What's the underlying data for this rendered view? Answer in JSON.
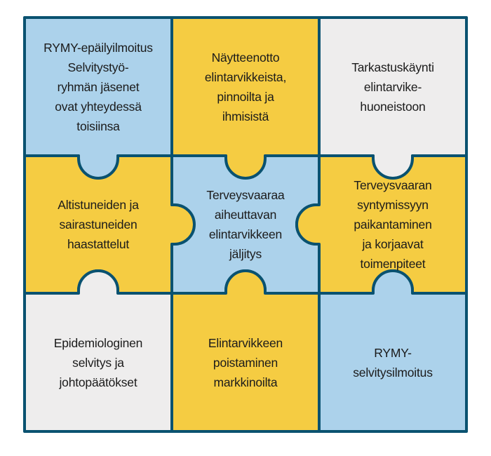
{
  "diagram": {
    "type": "jigsaw-puzzle-grid",
    "rows": 3,
    "cols": 3
  },
  "colors": {
    "background": "#FFFFFF",
    "border": "#0A5270",
    "text": "#1B1B1B",
    "yellow": "#F5CC42",
    "blue": "#ACD2EB",
    "gray": "#EEEDED"
  },
  "pieces": [
    {
      "id": "rymy-epailyilmoitus",
      "row": 1,
      "col": 1,
      "color": "#ACD2EB",
      "shade": "blue",
      "text": "RYMY-epäilyilmoitus\nSelvitystyö-\nryhmän jäsenet\novat yhteydessä\ntoisiinsa"
    },
    {
      "id": "naytteenotto",
      "row": 1,
      "col": 2,
      "color": "#F5CC42",
      "shade": "yellow",
      "text": "Näytteenotto\nelintarvikkeista,\npinnoilta ja\nihmisistä"
    },
    {
      "id": "tarkastuskaynti",
      "row": 1,
      "col": 3,
      "color": "#EEEDED",
      "shade": "gray",
      "text": "Tarkastuskäynti\nelintarvike-\nhuoneistoon"
    },
    {
      "id": "haastattelut",
      "row": 2,
      "col": 1,
      "color": "#F5CC42",
      "shade": "yellow",
      "text": "Altistuneiden ja\nsairastuneiden\nhaastattelut"
    },
    {
      "id": "jaljitys",
      "row": 2,
      "col": 2,
      "color": "#ACD2EB",
      "shade": "blue",
      "text": "Terveysvaaraa\naiheuttavan\nelintarvikkeen\njäljitys"
    },
    {
      "id": "korjaavat-toimenpiteet",
      "row": 2,
      "col": 3,
      "color": "#F5CC42",
      "shade": "yellow",
      "text": "Terveysvaaran\nsyntymissyyn\npaikantaminen\nja korjaavat\ntoimenpiteet"
    },
    {
      "id": "epidemiologinen-selvitys",
      "row": 3,
      "col": 1,
      "color": "#EEEDED",
      "shade": "gray",
      "text": "Epidemiologinen\nselvitys ja\njohtopäätökset"
    },
    {
      "id": "poistaminen-markkinoilta",
      "row": 3,
      "col": 2,
      "color": "#F5CC42",
      "shade": "yellow",
      "text": "Elintarvikkeen\npoistaminen\nmarkkinoilta"
    },
    {
      "id": "rymy-selvitysilmoitus",
      "row": 3,
      "col": 3,
      "color": "#ACD2EB",
      "shade": "blue",
      "text": "RYMY-\nselvitysilmoitus"
    }
  ]
}
